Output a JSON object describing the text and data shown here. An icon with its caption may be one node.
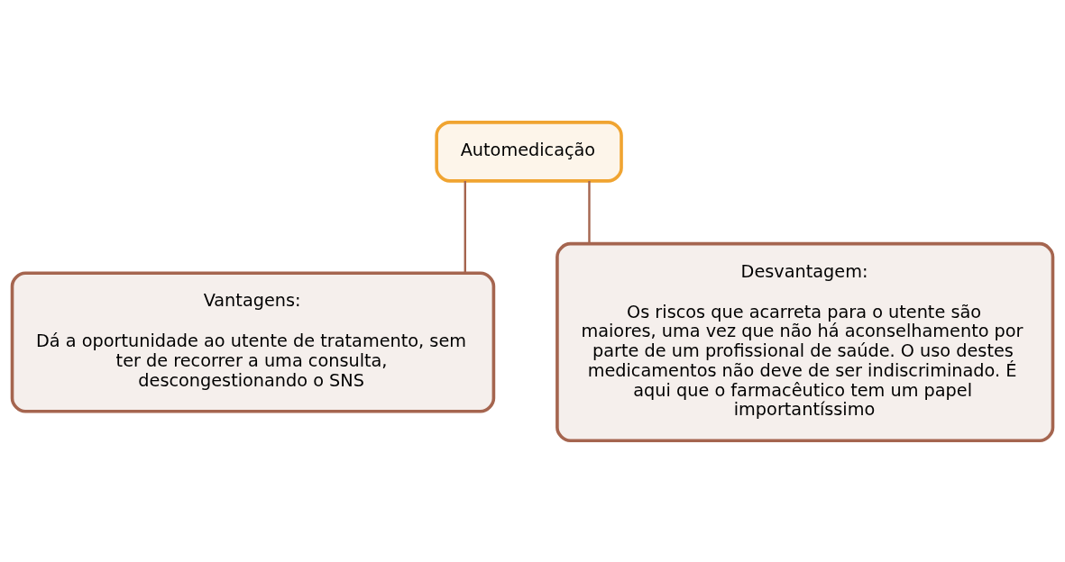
{
  "diagram": {
    "nodes": [
      {
        "text": [
          "Automedicação"
        ]
      },
      {
        "text": [
          "Vantagens:",
          "Dá a oportunidade ao utente de tratamento, sem ter de recorrer a uma consulta, descongestionando o SNS"
        ]
      },
      {
        "text": [
          "Desvantagem:",
          "Os riscos que acarreta para o utente são maiores, uma vez que não há aconselhamento por parte de um profissional de saúde. O uso destes medicamentos não deve de ser indiscriminado. É aqui que o farmacêutico tem um papel importantíssimo"
        ]
      }
    ],
    "edges": [
      {
        "from": 0,
        "to": 1,
        "arrow": "none"
      },
      {
        "from": 0,
        "to": 2,
        "arrow": "none"
      }
    ]
  }
}
